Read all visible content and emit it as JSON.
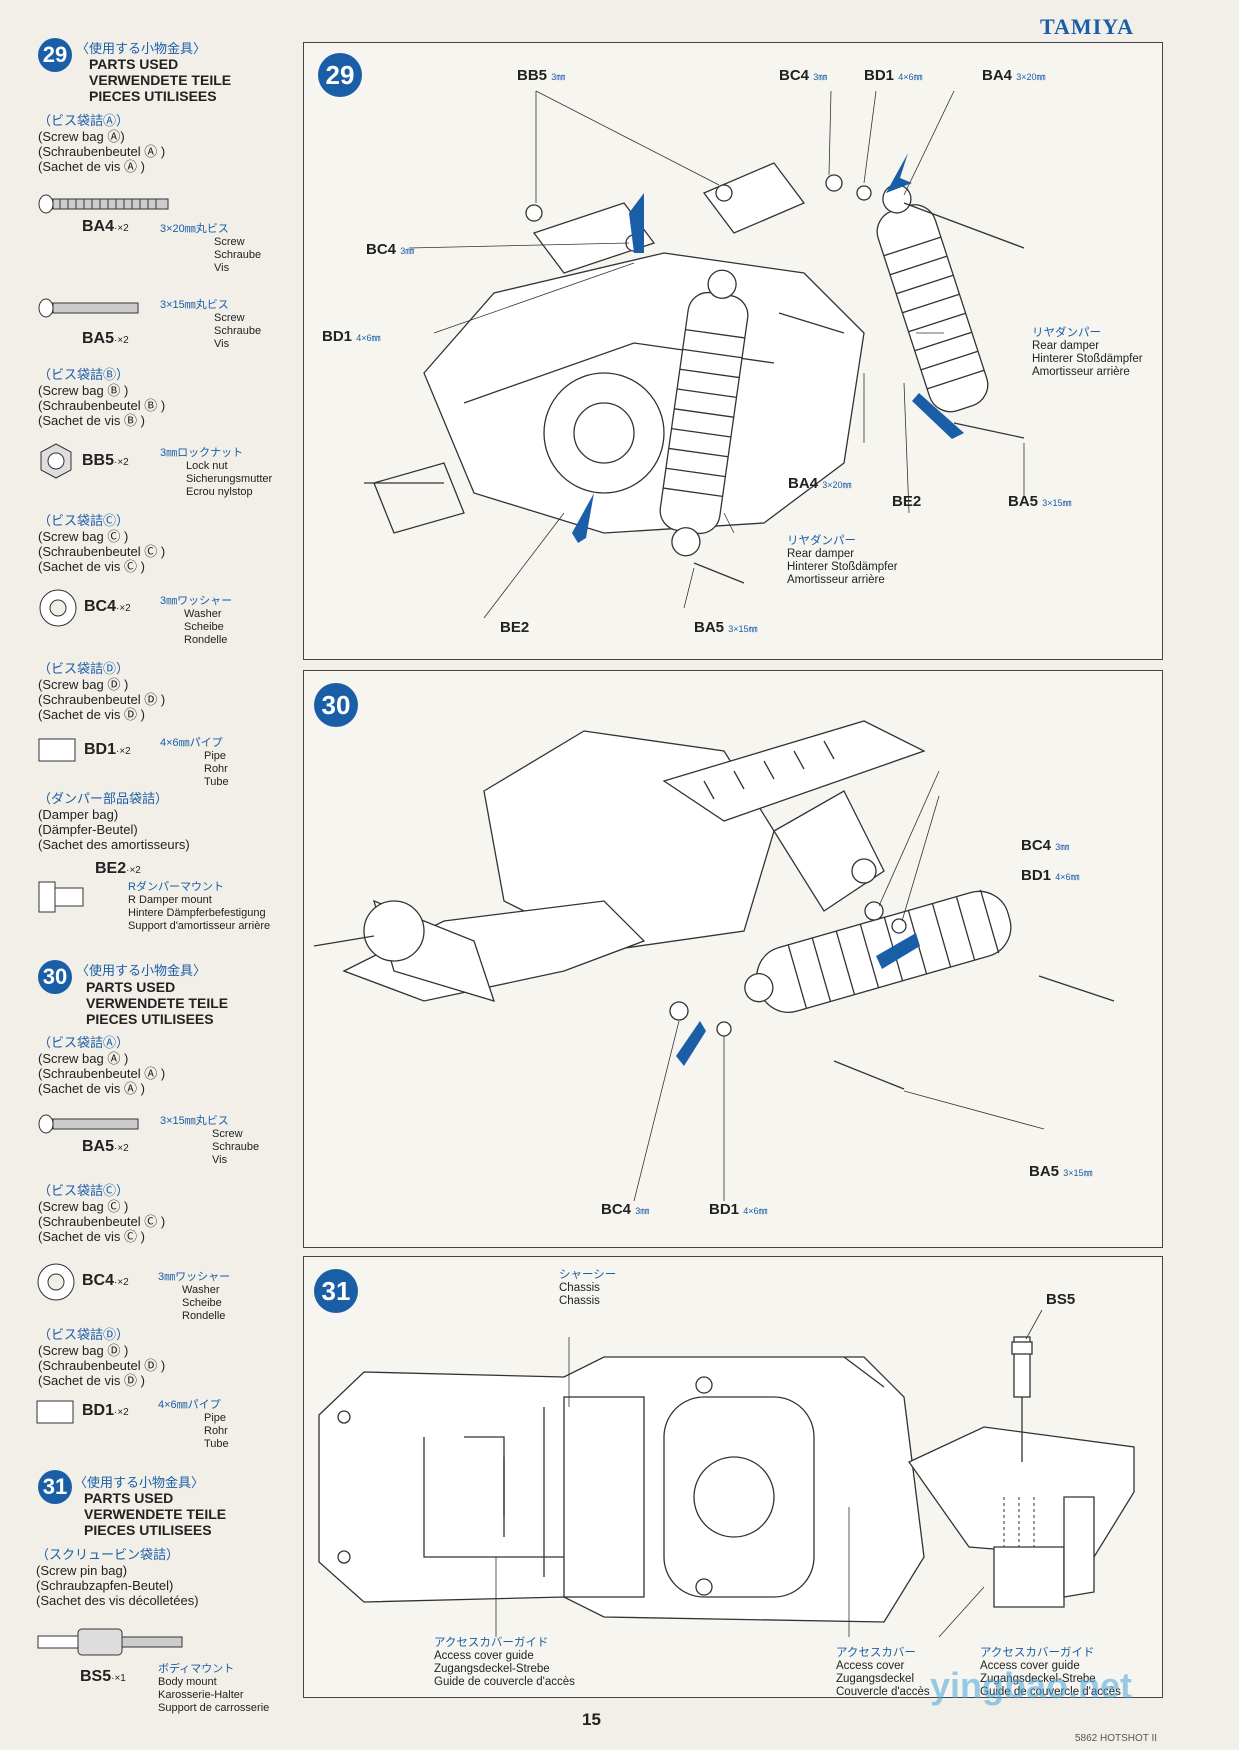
{
  "brand": "TAMIYA",
  "page_number": "15",
  "footer": "5862 HOTSHOT II",
  "watermark": "yingbao.net",
  "sidebar": {
    "step29": {
      "num": "29",
      "ja": "〈使用する小物金具〉",
      "en": "PARTS USED",
      "de": "VERWENDETE TEILE",
      "fr": "PIECES UTILISEES",
      "bagA": {
        "ja": "（ビス袋詰Ⓐ）",
        "en": "(Screw bag Ⓐ)",
        "de": "(Schraubenbeutel Ⓐ )",
        "fr": "(Sachet de vis Ⓐ )"
      },
      "ba4": {
        "code": "BA4",
        "qty": "·×2",
        "ja": "3×20㎜丸ビス",
        "en": "Screw",
        "de": "Schraube",
        "fr": "Vis"
      },
      "ba5": {
        "code": "BA5",
        "qty": "·×2",
        "ja": "3×15㎜丸ビス",
        "en": "Screw",
        "de": "Schraube",
        "fr": "Vis"
      },
      "bagB": {
        "ja": "（ビス袋詰Ⓑ）",
        "en": "(Screw bag Ⓑ )",
        "de": "(Schraubenbeutel Ⓑ )",
        "fr": "(Sachet de vis Ⓑ )"
      },
      "bb5": {
        "code": "BB5",
        "qty": "·×2",
        "ja": "3㎜ロックナット",
        "en": "Lock nut",
        "de": "Sicherungsmutter",
        "fr": "Ecrou nylstop"
      },
      "bagC": {
        "ja": "（ビス袋詰Ⓒ）",
        "en": "(Screw bag Ⓒ )",
        "de": "(Schraubenbeutel Ⓒ )",
        "fr": "(Sachet de vis Ⓒ )"
      },
      "bc4": {
        "code": "BC4",
        "qty": "·×2",
        "ja": "3㎜ワッシャー",
        "en": "Washer",
        "de": "Scheibe",
        "fr": "Rondelle"
      },
      "bagD": {
        "ja": "（ビス袋詰Ⓓ）",
        "en": "(Screw bag Ⓓ )",
        "de": "(Schraubenbeutel Ⓓ )",
        "fr": "(Sachet de vis Ⓓ )"
      },
      "bd1": {
        "code": "BD1",
        "qty": "·×2",
        "ja": "4×6㎜パイプ",
        "en": "Pipe",
        "de": "Rohr",
        "fr": "Tube"
      },
      "damper": {
        "ja": "（ダンパー部品袋詰）",
        "en": "(Damper bag)",
        "de": "(Dämpfer-Beutel)",
        "fr": "(Sachet des amortisseurs)"
      },
      "be2": {
        "code": "BE2",
        "qty": "·×2",
        "ja": "Rダンパーマウント",
        "en": "R Damper mount",
        "de": "Hintere Dämpferbefestigung",
        "fr": "Support d'amortisseur arrière"
      }
    },
    "step30": {
      "num": "30",
      "ja": "〈使用する小物金具〉",
      "en": "PARTS USED",
      "de": "VERWENDETE TEILE",
      "fr": "PIECES UTILISEES",
      "bagA": {
        "ja": "（ビス袋詰Ⓐ）",
        "en": "(Screw bag Ⓐ )",
        "de": "(Schraubenbeutel Ⓐ )",
        "fr": "(Sachet de vis Ⓐ )"
      },
      "ba5": {
        "code": "BA5",
        "qty": "·×2",
        "ja": "3×15㎜丸ビス",
        "en": "Screw",
        "de": "Schraube",
        "fr": "Vis"
      },
      "bagC": {
        "ja": "（ビス袋詰Ⓒ）",
        "en": "(Screw bag Ⓒ )",
        "de": "(Schraubenbeutel Ⓒ )",
        "fr": "(Sachet de vis Ⓒ )"
      },
      "bc4": {
        "code": "BC4",
        "qty": "·×2",
        "ja": "3㎜ワッシャー",
        "en": "Washer",
        "de": "Scheibe",
        "fr": "Rondelle"
      },
      "bagD": {
        "ja": "（ビス袋詰Ⓓ）",
        "en": "(Screw bag Ⓓ )",
        "de": "(Schraubenbeutel Ⓓ )",
        "fr": "(Sachet de vis Ⓓ )"
      },
      "bd1": {
        "code": "BD1",
        "qty": "·×2",
        "ja": "4×6㎜パイプ",
        "en": "Pipe",
        "de": "Rohr",
        "fr": "Tube"
      }
    },
    "step31": {
      "num": "31",
      "ja": "〈使用する小物金具〉",
      "en": "PARTS USED",
      "de": "VERWENDETE TEILE",
      "fr": "PIECES UTILISEES",
      "bag": {
        "ja": "（スクリュービン袋詰）",
        "en": "(Screw pin bag)",
        "de": "(Schraubzapfen-Beutel)",
        "fr": "(Sachet des vis décolletées)"
      },
      "bs5": {
        "code": "BS5",
        "qty": "·×1",
        "ja": "ボディマウント",
        "en": "Body mount",
        "de": "Karosserie-Halter",
        "fr": "Support de carrosserie"
      }
    }
  },
  "panel29": {
    "num": "29",
    "labels": {
      "bb5": "BB5",
      "bb5_size": "3㎜",
      "bc4_top": "BC4",
      "bc4_top_size": "3㎜",
      "bd1_top": "BD1",
      "bd1_top_size": "4×6㎜",
      "ba4_top": "BA4",
      "ba4_top_size": "3×20㎜",
      "bc4_left": "BC4",
      "bc4_left_size": "3㎜",
      "bd1_left": "BD1",
      "bd1_left_size": "4×6㎜",
      "ba4_mid": "BA4",
      "ba4_mid_size": "3×20㎜",
      "be2_right": "BE2",
      "ba5_right": "BA5",
      "ba5_right_size": "3×15㎜",
      "be2_bottom": "BE2",
      "ba5_bottom": "BA5",
      "ba5_bottom_size": "3×15㎜"
    },
    "damper_right": {
      "ja": "リヤダンパー",
      "en": "Rear damper",
      "de": "Hinterer Stoßdämpfer",
      "fr": "Amortisseur arrière"
    },
    "damper_center": {
      "ja": "リヤダンパー",
      "en": "Rear damper",
      "de": "Hinterer Stoßdämpfer",
      "fr": "Amortisseur arrière"
    }
  },
  "panel30": {
    "num": "30",
    "labels": {
      "bc4_r": "BC4",
      "bc4_r_size": "3㎜",
      "bd1_r": "BD1",
      "bd1_r_size": "4×6㎜",
      "ba5_r": "BA5",
      "ba5_r_size": "3×15㎜",
      "bc4_b": "BC4",
      "bc4_b_size": "3㎜",
      "bd1_b": "BD1",
      "bd1_b_size": "4×6㎜"
    }
  },
  "panel31": {
    "num": "31",
    "chassis": {
      "ja": "シャーシー",
      "en": "Chassis",
      "de": "Chassis"
    },
    "bs5": "BS5",
    "guide_center": {
      "ja": "アクセスカバーガイド",
      "en": "Access cover guide",
      "de": "Zugangsdeckel-Strebe",
      "fr": "Guide de couvercle d'accès"
    },
    "cover": {
      "ja": "アクセスカバー",
      "en": "Access cover",
      "de": "Zugangsdeckel",
      "fr": "Couvercle d'accès"
    },
    "guide_right": {
      "ja": "アクセスカバーガイド",
      "en": "Access cover guide",
      "de": "Zugangsdeckel-Strebe",
      "fr": "Guide de couvercle d'accès"
    }
  }
}
